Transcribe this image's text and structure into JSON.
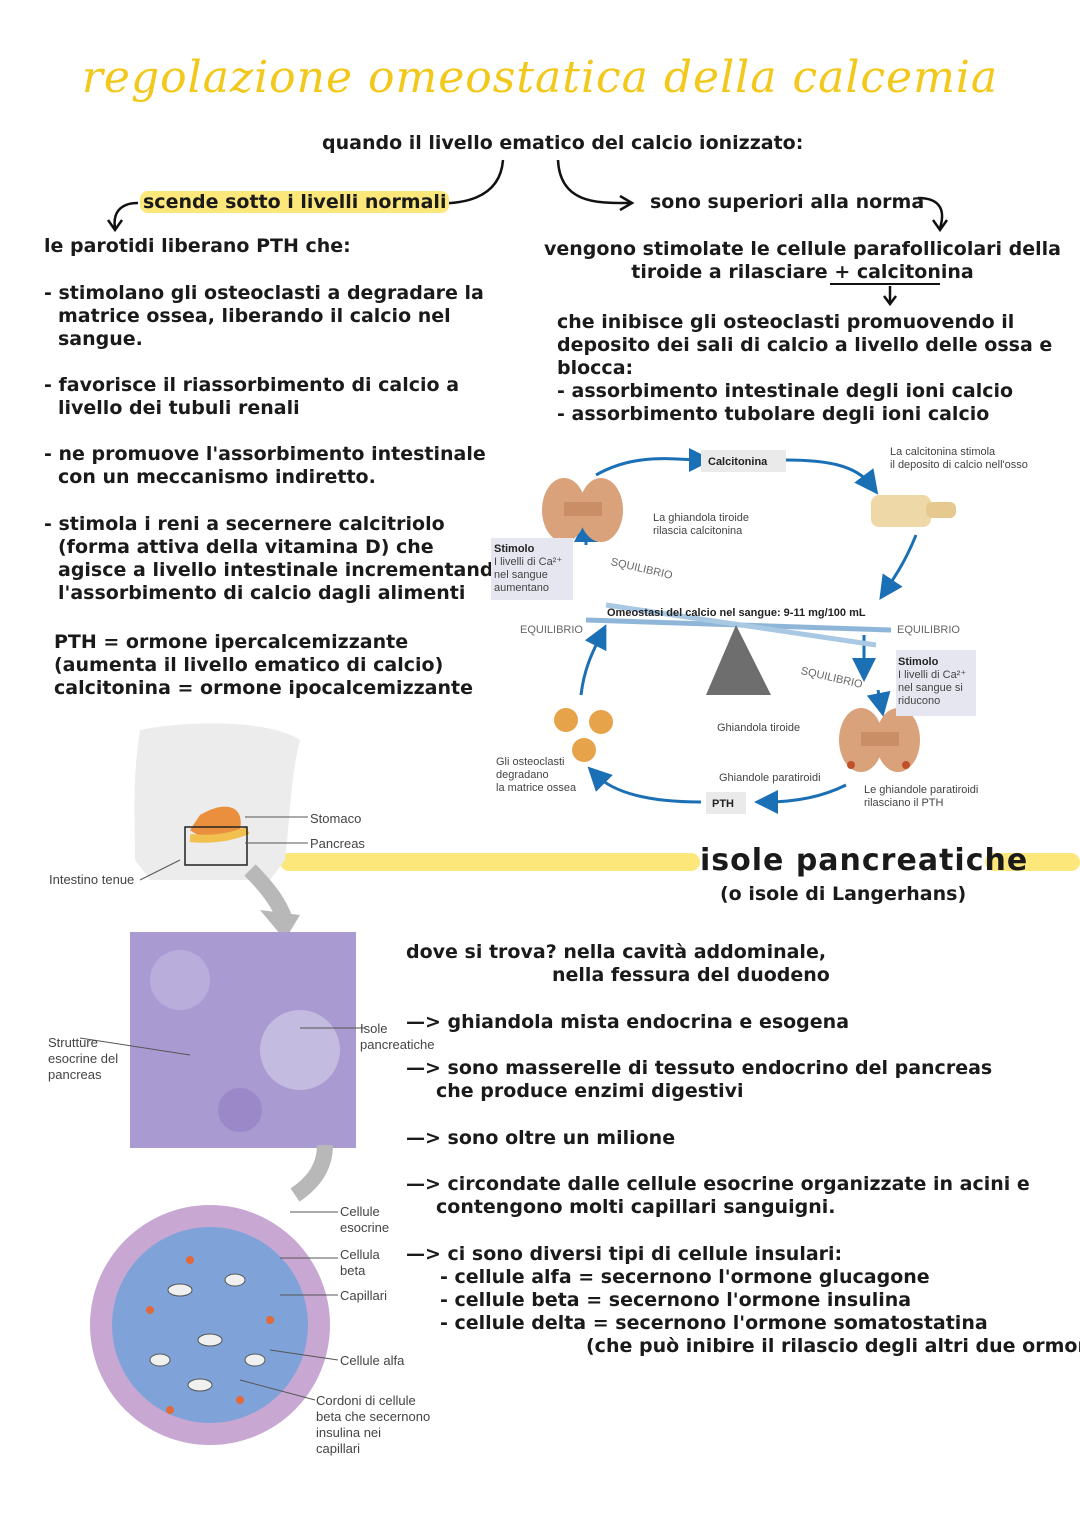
{
  "title": "regolazione omeostatica della calcemia",
  "intro": "quando il livello ematico del calcio ionizzato:",
  "left_branch": {
    "heading": "scende sotto i livelli normali",
    "lead": "le parotidi liberano PTH che:",
    "items": [
      [
        "- stimolano gli osteoclasti a degradare la",
        "matrice ossea, liberando il calcio nel",
        "sangue."
      ],
      [
        "- favorisce il riassorbimento di calcio a",
        "livello dei tubuli renali"
      ],
      [
        "- ne promuove l'assorbimento intestinale",
        "con un meccanismo indiretto."
      ],
      [
        "- stimola i reni a secernere calcitriolo",
        "(forma attiva della vitamina D) che",
        "agisce a livello intestinale incrementando",
        "l'assorbimento di calcio dagli alimenti"
      ]
    ],
    "summary": [
      "PTH = ormone ipercalcemizzante",
      "(aumenta il livello ematico di calcio)",
      "calcitonina = ormone ipocalcemizzante"
    ]
  },
  "right_branch": {
    "heading": "sono superiori alla norma",
    "lead": [
      "vengono stimolate le cellule parafollicolari della",
      "tiroide a rilasciare + calcitonina"
    ],
    "effect": [
      "che inibisce gli osteoclasti promuovendo il",
      "deposito dei sali di calcio a livello delle ossa e",
      "blocca:",
      "- assorbimento intestinale degli ioni calcio",
      "- assorbimento tubolare degli ioni calcio"
    ]
  },
  "figure_calcium": {
    "calcitonina_box": "Calcitonina",
    "pth_box": "PTH",
    "stimulates_bone": [
      "La calcitonina stimola",
      "il deposito di calcio nell'osso"
    ],
    "thyroid_release": [
      "La ghiandola tiroide",
      "rilascia calcitonina"
    ],
    "stimulus_up": [
      "Stimolo",
      "I livelli di Ca²⁺",
      "nel sangue",
      "aumentano"
    ],
    "squilibrio": "SQUILIBRIO",
    "equilibrio": "EQUILIBRIO",
    "homeostasis": "Omeostasi del calcio nel sangue: 9-11 mg/100 mL",
    "stimulus_down": [
      "Stimolo",
      "I livelli di Ca²⁺",
      "nel sangue si",
      "riducono"
    ],
    "thyroid": "Ghiandola tiroide",
    "parathyroids": "Ghiandole paratiroidi",
    "parathyroid_release": [
      "Le ghiandole paratiroidi",
      "rilasciano il PTH"
    ],
    "osteoclasts": [
      "Gli osteoclasti",
      "degradano",
      "la matrice ossea"
    ]
  },
  "figure_pancreas": {
    "stomach": "Stomaco",
    "pancreas": "Pancreas",
    "small_intestine": "Intestino tenue",
    "exocrine_structures": [
      "Strutture",
      "esocrine del",
      "pancreas"
    ],
    "islets": [
      "Isole",
      "pancreatiche"
    ],
    "exocrine_cells": [
      "Cellule",
      "esocrine"
    ],
    "beta_cell": [
      "Cellula",
      "beta"
    ],
    "capillaries": "Capillari",
    "alpha_cell": "Cellule alfa",
    "beta_cords": [
      "Cordoni di cellule",
      "beta che secernono",
      "insulina nei",
      "capillari"
    ]
  },
  "islets_section": {
    "heading": "isole pancreatiche",
    "subheading": "(o isole di Langerhans)",
    "where": [
      "dove si trova? nella cavità addominale,",
      "nella fessura del duodeno"
    ],
    "points": [
      [
        "—> ghiandola mista endocrina e esogena"
      ],
      [
        "—> sono masserelle di tessuto endocrino del pancreas",
        "che produce enzimi digestivi"
      ],
      [
        "—> sono oltre un milione"
      ],
      [
        "—> circondate dalle cellule esocrine organizzate in acini e",
        "contengono molti capillari sanguigni."
      ],
      [
        "—> ci sono diversi tipi di cellule insulari:",
        "- cellule alfa = secernono l'ormone glucagone",
        "- cellule beta = secernono l'ormone insulina",
        "- cellule delta = secernono l'ormone somatostatina",
        "(che può inibire il rilascio degli altri due ormoni)"
      ]
    ]
  },
  "colors": {
    "accent_yellow": "#f5c518",
    "highlight": "#fbe77a",
    "title": "#f2c81b",
    "arrow_blue": "#1a6fb5"
  }
}
